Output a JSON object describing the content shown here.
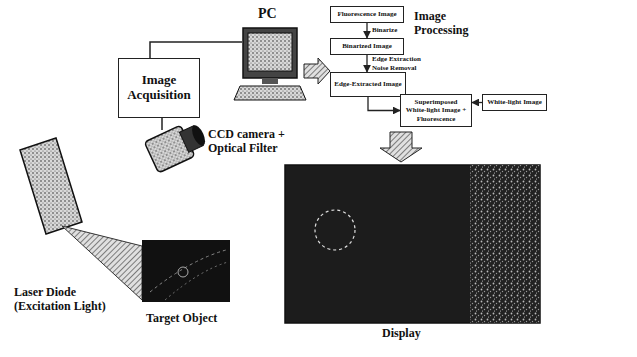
{
  "diagram": {
    "nodes": [
      {
        "text": [
          "Image Acquisition"
        ]
      },
      {
        "text": [
          "Fluorescence Image"
        ]
      },
      {
        "text": [
          "Binarized Image"
        ]
      },
      {
        "text": [
          "Edge-Extracted Image"
        ]
      },
      {
        "text": [
          "Superimposed White-light Image + Fluorescence"
        ]
      },
      {
        "text": [
          "White-light Image"
        ]
      }
    ],
    "edges": [
      {
        "from": 1,
        "to": 2,
        "arrow": "to",
        "label": "Binarize"
      },
      {
        "from": 2,
        "to": 3,
        "arrow": "to",
        "label": "Edge Extraction Noise Removal"
      },
      {
        "from": 3,
        "to": 4,
        "arrow": "to"
      },
      {
        "from": 5,
        "to": 4,
        "arrow": "to"
      }
    ],
    "labels": [
      "PC",
      "Image Processing",
      "CCD camera + Optical Filter",
      "Laser Diode (Excitation Light)",
      "Target Object",
      "Display"
    ]
  }
}
